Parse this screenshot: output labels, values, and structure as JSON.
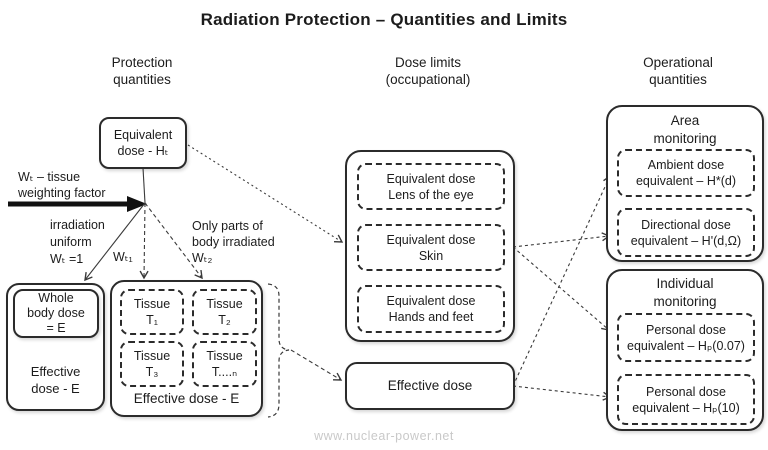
{
  "title": "Radiation Protection – Quantities and Limits",
  "headers": {
    "protection": "Protection\nquantities",
    "dose_limits": "Dose limits\n(occupational)",
    "operational": "Operational\nquantities"
  },
  "protection": {
    "eq_dose_ht": "Equivalent\ndose - Hₜ",
    "wt_note": "Wₜ – tissue\nweighting factor",
    "uniform_note": "irradiation\nuniform\nWₜ =1",
    "wt1_label": "Wₜ₁",
    "partial_note": "Only parts of\nbody irradiated\nWₜ₂",
    "whole_body": "Whole\nbody dose\n= E",
    "effective_left": "Effective\ndose - E",
    "tissues": [
      "Tissue\nT₁",
      "Tissue\nT₂",
      "Tissue\nT₃",
      "Tissue\nT....ₙ"
    ],
    "tissue_caption": "Effective dose - E"
  },
  "dose_limits": {
    "items": [
      "Equivalent dose\nLens of the eye",
      "Equivalent dose\nSkin",
      "Equivalent dose\nHands and feet"
    ],
    "effective_dose": "Effective dose"
  },
  "operational": {
    "area_title": "Area\nmonitoring",
    "area_items": [
      "Ambient dose\nequivalent – H*(d)",
      "Directional dose\nequivalent – H'(d,Ω)"
    ],
    "individual_title": "Individual\nmonitoring",
    "individual_items": [
      "Personal dose\nequivalent – Hₚ(0.07)",
      "Personal dose\nequivalent – Hₚ(10)"
    ]
  },
  "watermark": "www.nuclear-power.net",
  "colors": {
    "line": "#3a3a3a",
    "border": "#2b2b2b",
    "watermark": "#c9c9c9"
  }
}
